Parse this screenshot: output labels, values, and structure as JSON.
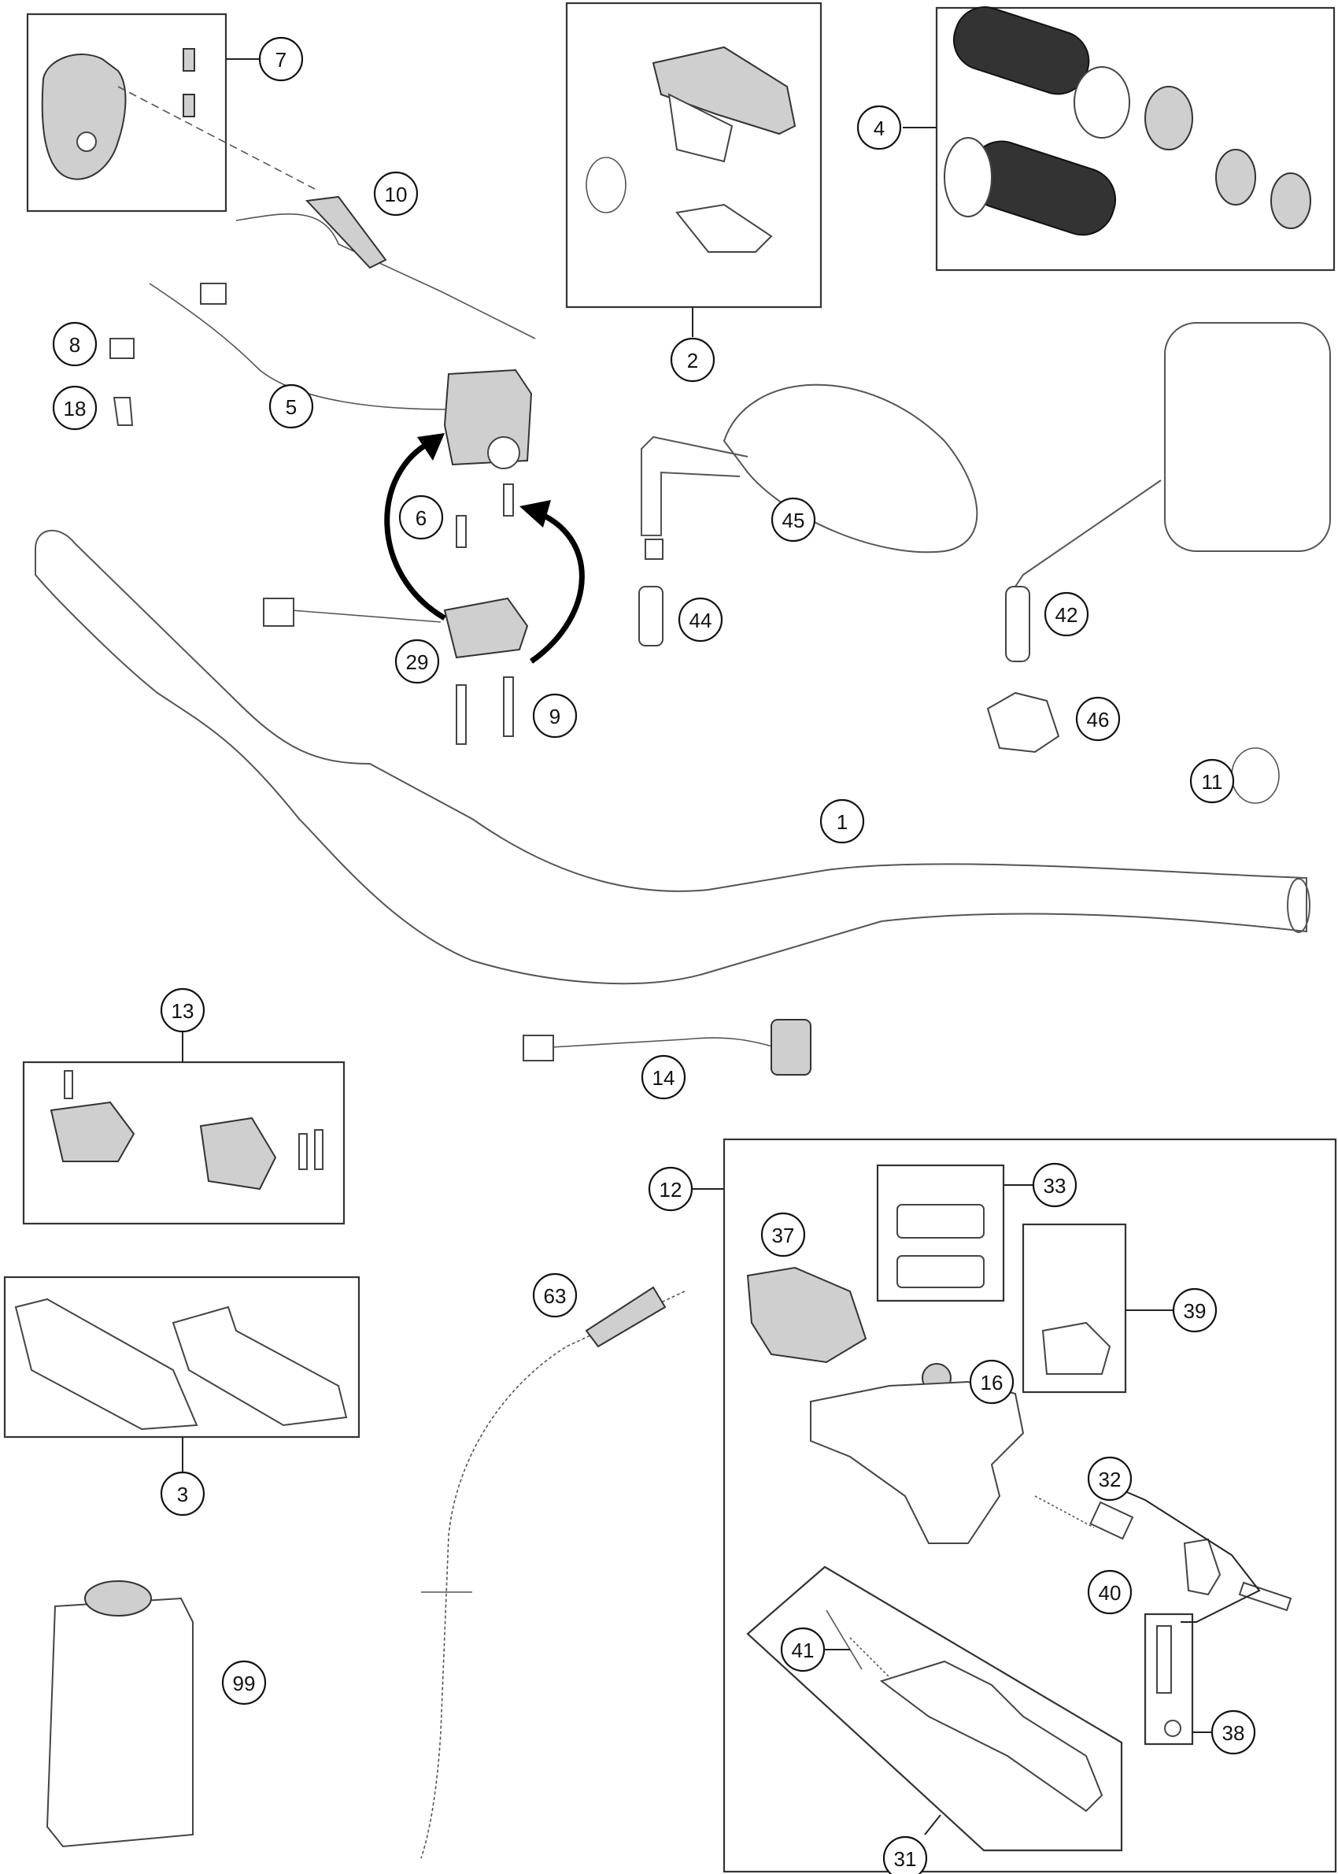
{
  "diagram": {
    "callouts": [
      {
        "id": "1",
        "label": "1"
      },
      {
        "id": "2",
        "label": "2"
      },
      {
        "id": "3",
        "label": "3"
      },
      {
        "id": "4",
        "label": "4"
      },
      {
        "id": "5",
        "label": "5"
      },
      {
        "id": "6",
        "label": "6"
      },
      {
        "id": "7",
        "label": "7"
      },
      {
        "id": "8",
        "label": "8"
      },
      {
        "id": "9",
        "label": "9"
      },
      {
        "id": "10",
        "label": "10"
      },
      {
        "id": "11",
        "label": "11"
      },
      {
        "id": "12",
        "label": "12"
      },
      {
        "id": "13",
        "label": "13"
      },
      {
        "id": "14",
        "label": "14"
      },
      {
        "id": "16",
        "label": "16"
      },
      {
        "id": "18",
        "label": "18"
      },
      {
        "id": "29",
        "label": "29"
      },
      {
        "id": "31",
        "label": "31"
      },
      {
        "id": "32",
        "label": "32"
      },
      {
        "id": "33",
        "label": "33"
      },
      {
        "id": "37",
        "label": "37"
      },
      {
        "id": "38",
        "label": "38"
      },
      {
        "id": "39",
        "label": "39"
      },
      {
        "id": "40",
        "label": "40"
      },
      {
        "id": "41",
        "label": "41"
      },
      {
        "id": "42",
        "label": "42"
      },
      {
        "id": "44",
        "label": "44"
      },
      {
        "id": "45",
        "label": "45"
      },
      {
        "id": "46",
        "label": "46"
      },
      {
        "id": "63",
        "label": "63"
      },
      {
        "id": "99",
        "label": "99"
      }
    ],
    "colors": {
      "line": "#444444",
      "callout_stroke": "#111111",
      "arrow": "#000000",
      "grip": "#333333"
    }
  }
}
